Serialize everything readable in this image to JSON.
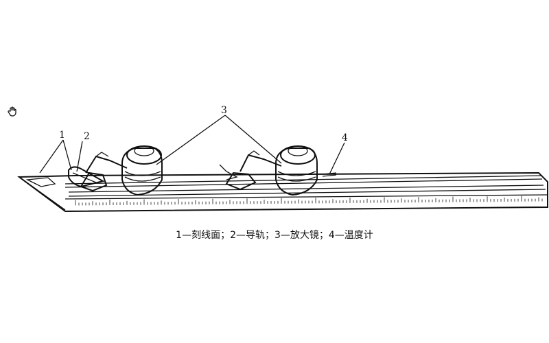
{
  "labels": {
    "l1": "1",
    "l2": "2",
    "l3": "3",
    "l4": "4"
  },
  "caption": "1—刻线面；2—导轨；3—放大镜；4—温度计",
  "icons": {
    "cursor": "hand-pointer-icon"
  }
}
